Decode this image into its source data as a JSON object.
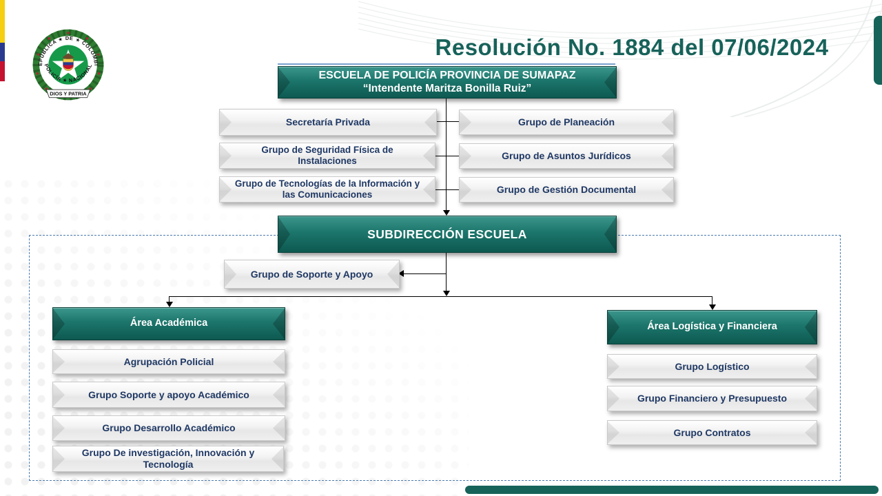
{
  "header": {
    "title": "Resolución No. 1884 del 07/06/2024"
  },
  "logo": {
    "top_arc_text": "REPÚBLICA ★ DE ★ COLOMBIA",
    "bottom_arc_text": "POLICÍA ★ NACIONAL",
    "ribbon_text": "DIOS Y PATRIA"
  },
  "org": {
    "root": {
      "line1": "ESCUELA DE POLICÍA PROVINCIA DE SUMAPAZ",
      "line2": "“Intendente Maritza Bonilla Ruiz”"
    },
    "staff_left": [
      "Secretaría Privada",
      "Grupo de Seguridad Física de Instalaciones",
      "Grupo de Tecnologías de la Información y las Comunicaciones"
    ],
    "staff_right": [
      "Grupo de Planeación",
      "Grupo de Asuntos Jurídicos",
      "Grupo de Gestión Documental"
    ],
    "subdireccion": "SUBDIRECCIÓN ESCUELA",
    "soporte": "Grupo de Soporte y Apoyo",
    "area_academica": {
      "title": "Área Académica",
      "groups": [
        "Agrupación Policial",
        "Grupo Soporte y apoyo Académico",
        "Grupo Desarrollo Académico",
        "Grupo De investigación, Innovación y Tecnología"
      ]
    },
    "area_logistica": {
      "title": "Área Logística y Financiera",
      "groups": [
        "Grupo Logístico",
        "Grupo Financiero y Presupuesto",
        "Grupo Contratos"
      ]
    }
  },
  "colors": {
    "teal_dark": "#0d5950",
    "teal_mid": "#1c756b",
    "teal_light": "#3b968c",
    "title_teal": "#17625a",
    "navy_text": "#1f3864",
    "dashed_border": "#4a7aae",
    "flag_yellow": "#f5cf11",
    "flag_blue": "#2a3b8f",
    "flag_red": "#c41230",
    "accent_bar": "#16635a"
  }
}
